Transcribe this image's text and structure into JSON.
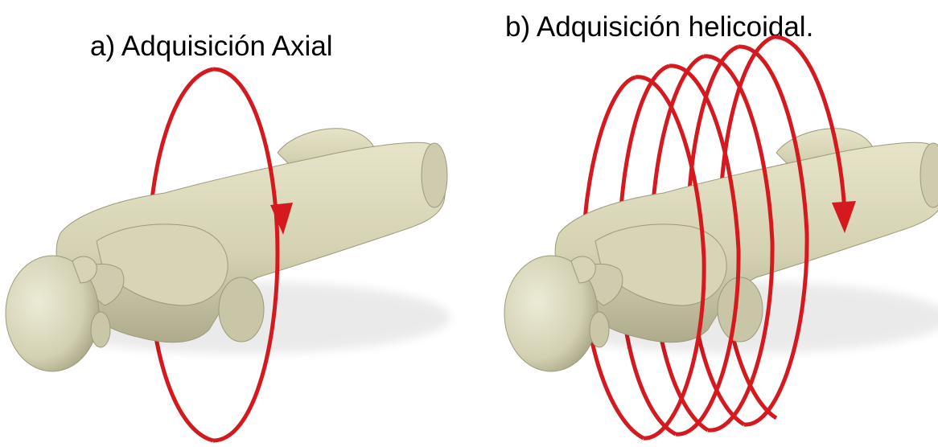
{
  "panels": [
    {
      "title": "a) Adquisición Axial"
    },
    {
      "title": "b) Adquisición helicoidal."
    }
  ],
  "colors": {
    "background": "#ffffff",
    "body": "#d9d6b8",
    "body_shade": "#a8a585",
    "ring": "#d41a1f",
    "text": "#000000"
  },
  "icons": [
    "patient-body",
    "scan-ring",
    "rotation-arrow-icon",
    "helical-spiral"
  ]
}
